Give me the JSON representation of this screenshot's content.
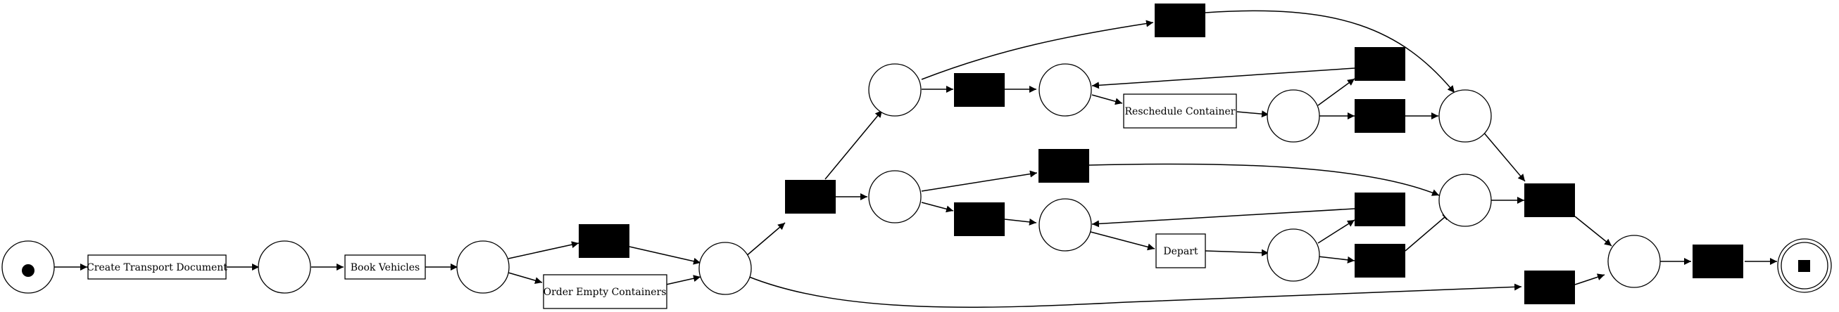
{
  "diagram": {
    "type": "petri-net",
    "transitions": {
      "create_transport_document": "Create Transport Document",
      "book_vehicles": "Book Vehicles",
      "order_empty_containers": "Order Empty Containers",
      "reschedule_container": "Reschedule Container",
      "depart": "Depart"
    }
  }
}
